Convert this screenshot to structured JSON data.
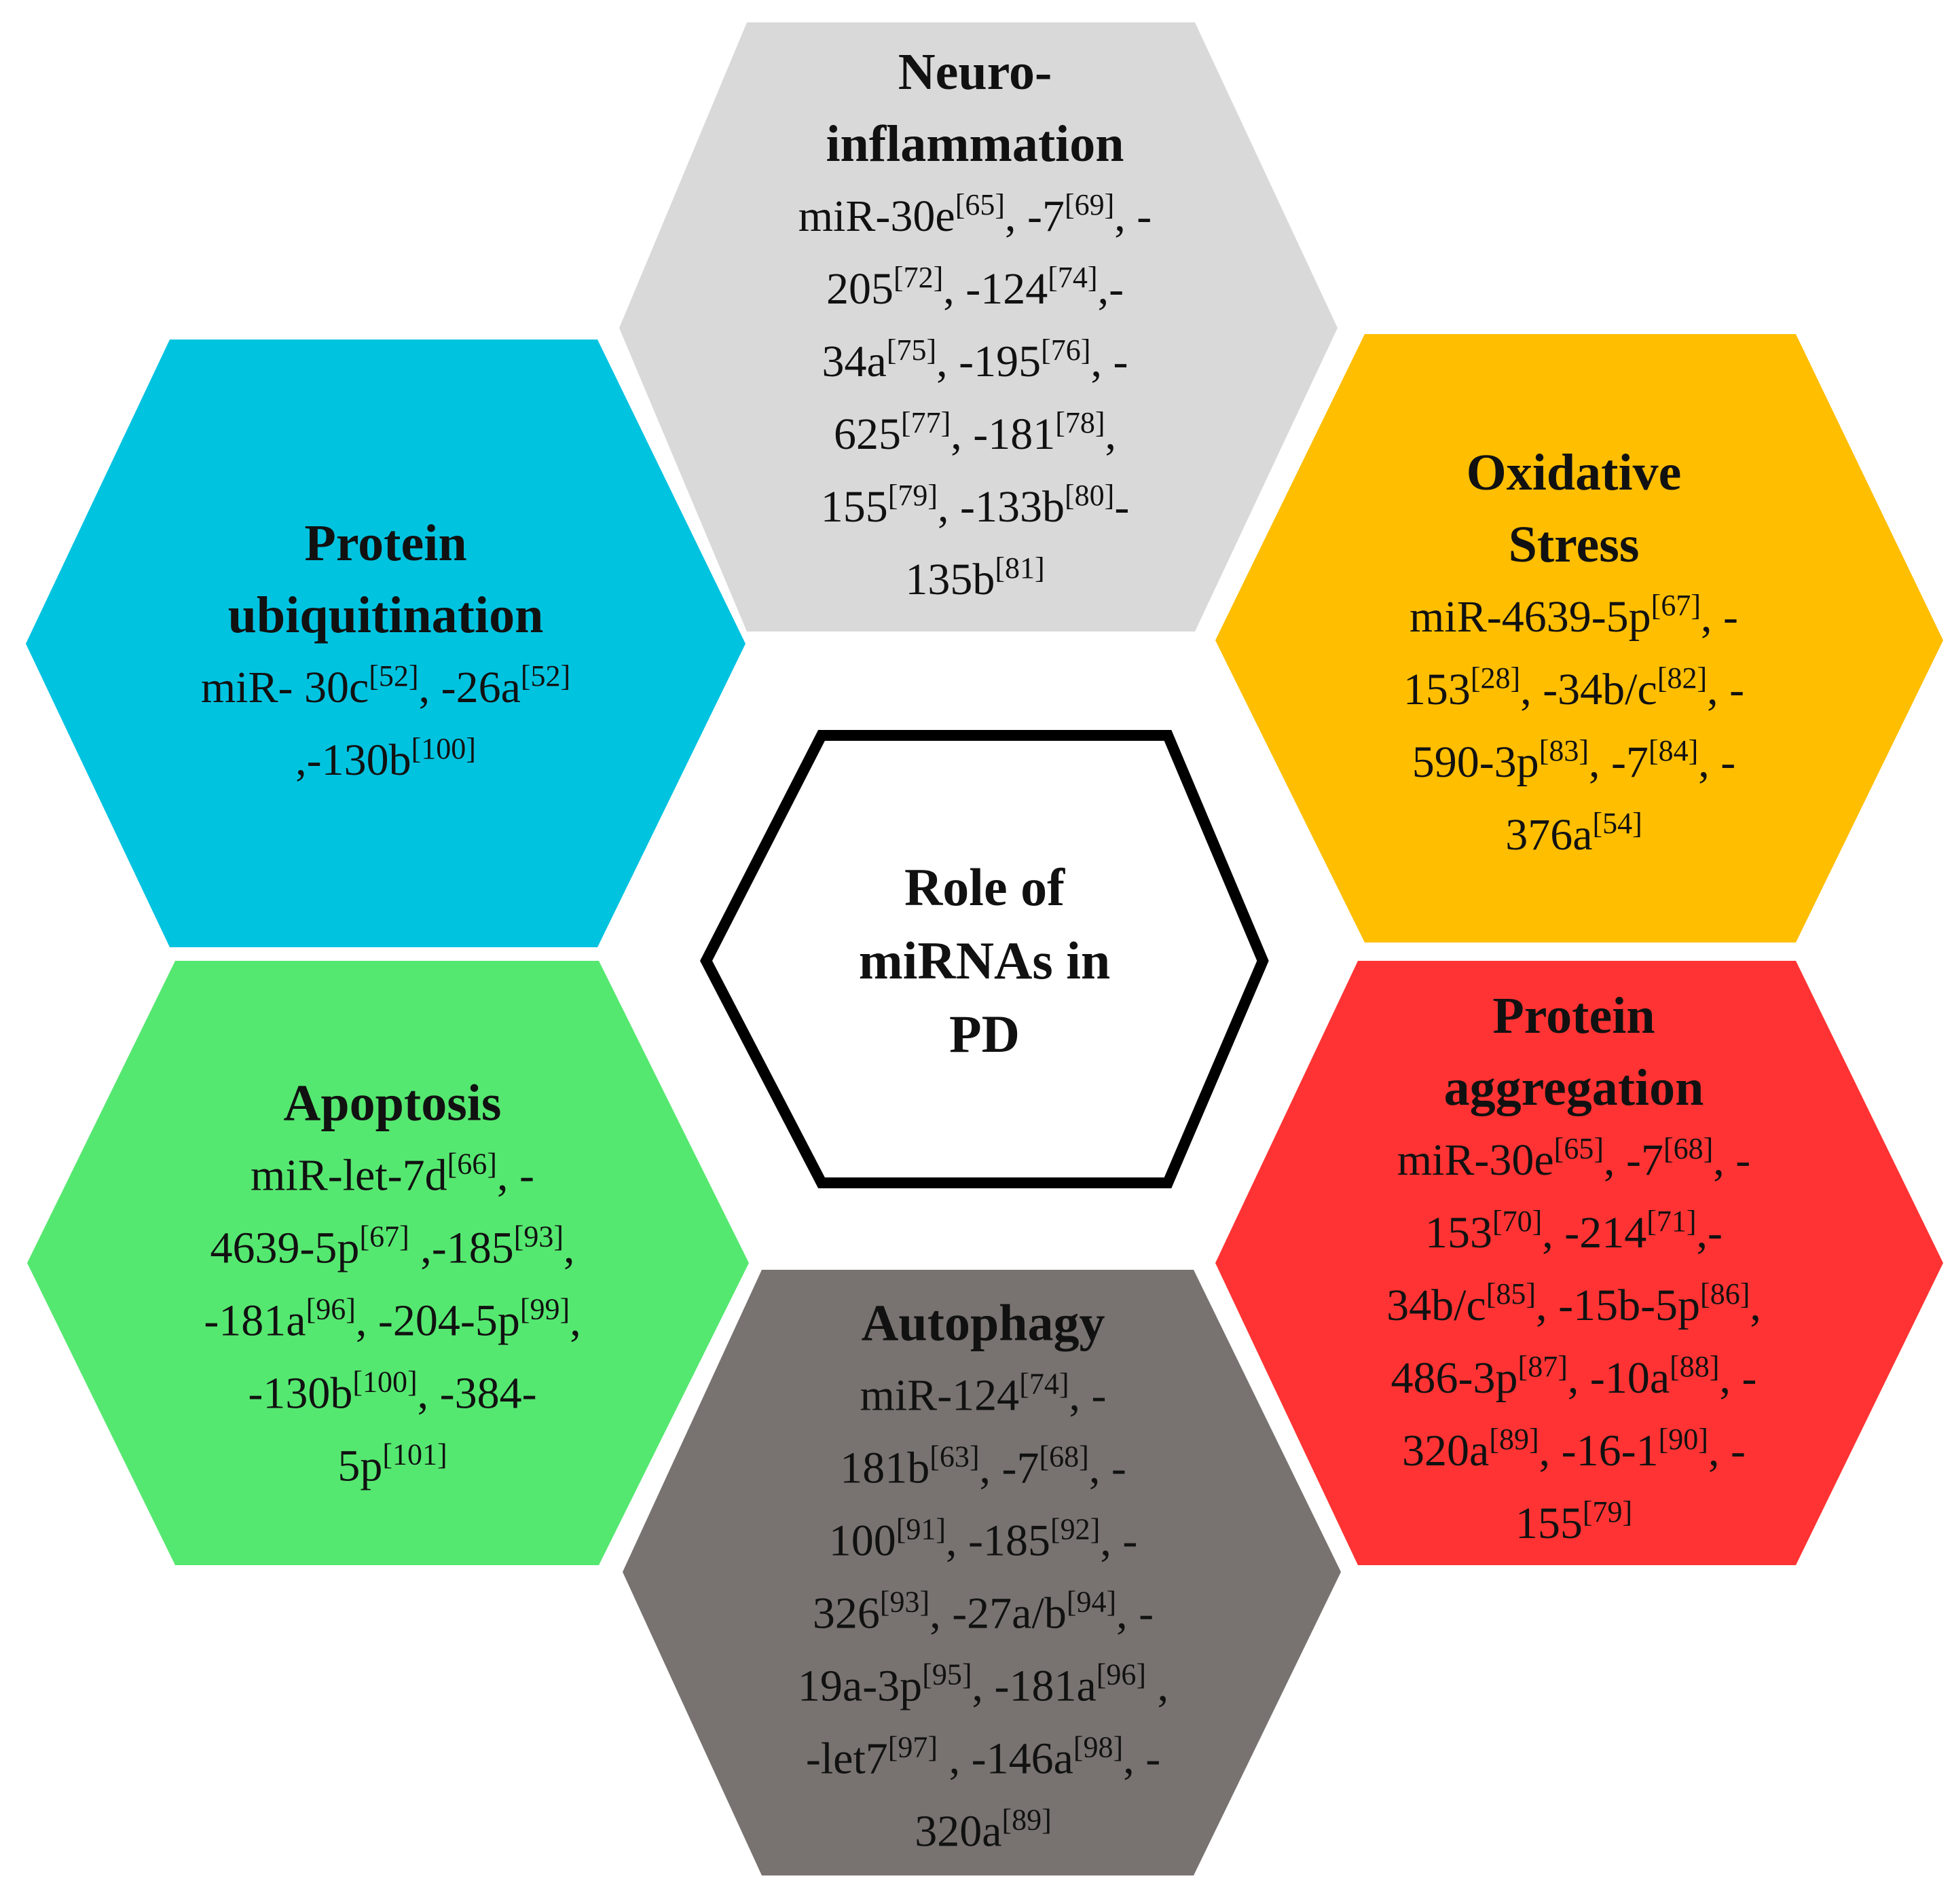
{
  "center": {
    "title_lines": [
      "Role of",
      "miRNAs in",
      "PD"
    ]
  },
  "hexagons": [
    {
      "id": "neuroinflammation",
      "color": "#D9D9D9",
      "title_lines": [
        "Neuro-",
        "inflammation"
      ],
      "body_lines": [
        "miR-30e[65], -7[69], -",
        "205[72], -124[74],-",
        "34a[75], -195[76], -",
        "625[77], -181[78],",
        "155[79], -133b[80]-",
        "135b[81]"
      ]
    },
    {
      "id": "protein-ubiquitination",
      "color": "#00C3E0",
      "title_lines": [
        "Protein",
        "ubiquitination"
      ],
      "body_lines": [
        "miR- 30c[52], -26a[52]",
        ",-130b[100]"
      ]
    },
    {
      "id": "oxidative-stress",
      "color": "#FFBE00",
      "title_lines": [
        "Oxidative",
        "Stress"
      ],
      "body_lines": [
        "miR-4639-5p[67], -",
        "153[28], -34b/c[82], -",
        "590-3p[83], -7[84], -",
        "376a[54]"
      ]
    },
    {
      "id": "apoptosis",
      "color": "#55E870",
      "title_lines": [
        "Apoptosis"
      ],
      "body_lines": [
        "miR-let-7d[66], -",
        "4639-5p[67] ,-185[93],",
        "-181a[96], -204-5p[99],",
        "-130b[100], -384-",
        "5p[101]"
      ]
    },
    {
      "id": "protein-aggregation",
      "color": "#FF3333",
      "title_lines": [
        "Protein",
        "aggregation"
      ],
      "body_lines": [
        "miR-30e[65], -7[68], -",
        "153[70], -214[71],-",
        "34b/c[85], -15b-5p[86],",
        "486-3p[87], -10a[88], -",
        "320a[89], -16-1[90], -",
        "155[79]"
      ]
    },
    {
      "id": "autophagy",
      "color": "#787370",
      "title_lines": [
        "Autophagy"
      ],
      "body_lines": [
        "miR-124[74], -",
        "181b[63], -7[68], -",
        "100[91], -185[92], -",
        "326[93], -27a/b[94], -",
        "19a-3p[95], -181a[96] ,",
        "-let7[97] , -146a[98], -",
        "320a[89]"
      ]
    }
  ]
}
